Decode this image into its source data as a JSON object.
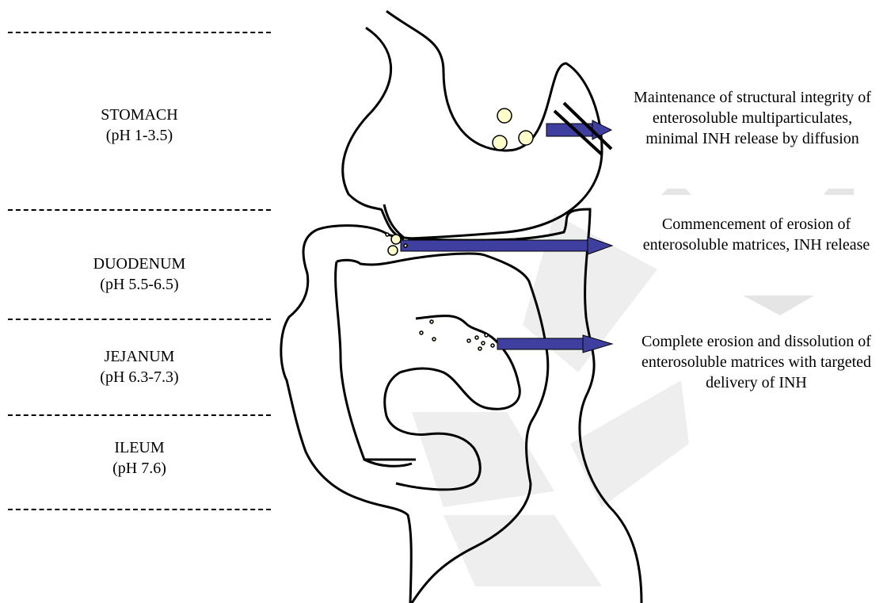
{
  "regions": [
    {
      "name": "STOMACH",
      "ph": "(pH 1-3.5)"
    },
    {
      "name": "DUODENUM",
      "ph": "(pH 5.5-6.5)"
    },
    {
      "name": "JEJANUM",
      "ph": "(pH 6.3-7.3)"
    },
    {
      "name": "ILEUM",
      "ph": "(pH 7.6)"
    }
  ],
  "notes": [
    "Maintenance of structural integrity of enterosoluble multiparticulates, minimal INH release by diffusion",
    "Commencement of erosion of enterosoluble matrices, INH release",
    "Complete erosion and dissolution of enterosoluble matrices with targeted delivery of INH"
  ],
  "colors": {
    "arrow": "#3f3f9f",
    "particle_fill": "#ffffcc",
    "flow_arrow": "#e5e5e5",
    "outline": "#000000"
  }
}
